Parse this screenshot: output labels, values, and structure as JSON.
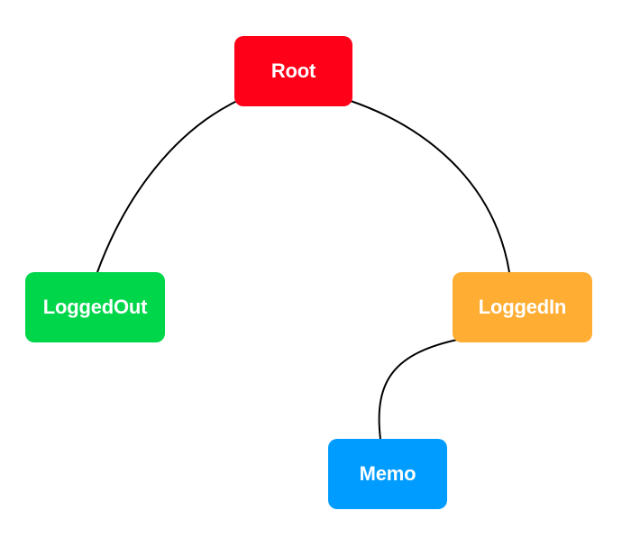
{
  "nodes": [
    {
      "id": "root",
      "label": "Root",
      "color": "#ff0019"
    },
    {
      "id": "loggedout",
      "label": "LoggedOut",
      "color": "#00d64a"
    },
    {
      "id": "loggedin",
      "label": "LoggedIn",
      "color": "#ffad33"
    },
    {
      "id": "memo",
      "label": "Memo",
      "color": "#009cff"
    }
  ],
  "edges": [
    {
      "from": "root",
      "to": "loggedout"
    },
    {
      "from": "root",
      "to": "loggedin"
    },
    {
      "from": "loggedin",
      "to": "memo"
    }
  ],
  "edge_color": "#000000"
}
